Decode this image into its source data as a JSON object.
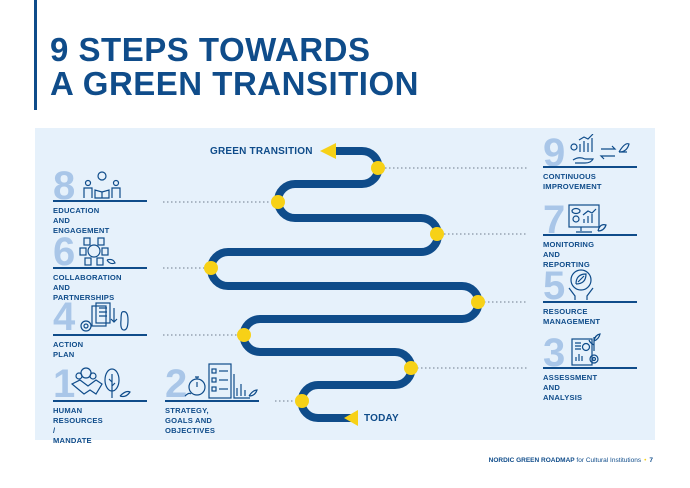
{
  "header": {
    "title_line1": "9 STEPS TOWARDS",
    "title_line2": "A GREEN TRANSITION"
  },
  "roadmap": {
    "end_label": "GREEN TRANSITION",
    "start_label": "TODAY",
    "road_color": "#0f4c8a",
    "marker_color": "#f7d117",
    "panel_color": "#e6f1fb"
  },
  "steps": [
    {
      "number": "1",
      "label": "HUMAN RESOURCES /\nMANDATE",
      "icon": "handshake-people-tree-icon"
    },
    {
      "number": "2",
      "label": "STRATEGY, GOALS AND\nOBJECTIVES",
      "icon": "stopwatch-checklist-chart-icon"
    },
    {
      "number": "3",
      "label": "ASSESSMENT AND\nANALYSIS",
      "icon": "report-gear-plant-icon"
    },
    {
      "number": "4",
      "label": "ACTION PLAN",
      "icon": "documents-gear-footprint-icon"
    },
    {
      "number": "5",
      "label": "RESOURCE\nMANAGEMENT",
      "icon": "hands-leaf-cycle-icon"
    },
    {
      "number": "6",
      "label": "COLLABORATION AND\nPARTNERSHIPS",
      "icon": "joined-hands-circle-icon"
    },
    {
      "number": "7",
      "label": "MONITORING AND\nREPORTING",
      "icon": "monitor-eye-chart-icon"
    },
    {
      "number": "8",
      "label": "EDUCATION AND\nENGAGEMENT",
      "icon": "people-book-gear-icon"
    },
    {
      "number": "9",
      "label": "CONTINUOUS\nIMPROVEMENT",
      "icon": "hand-growth-chart-cycle-icon"
    }
  ],
  "footer": {
    "brand": "NORDIC GREEN ROADMAP",
    "subtitle": "for Cultural Institutions",
    "page_number": "7"
  }
}
